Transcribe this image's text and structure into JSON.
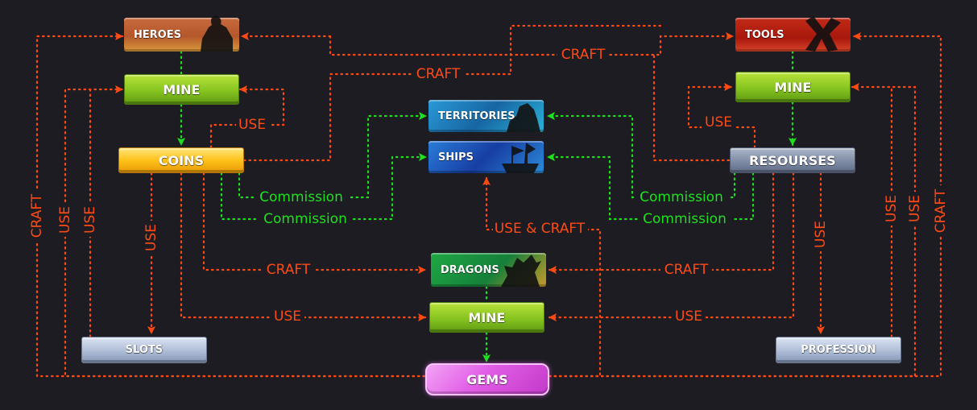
{
  "nodes": {
    "heroes": "HEROES",
    "tools": "TOOLS",
    "mine_left": "MINE",
    "mine_right": "MINE",
    "coins": "COINS",
    "resourses": "RESOURSES",
    "territories": "TERRITORIES",
    "ships": "SHIPS",
    "dragons": "DRAGONS",
    "mine_center": "MINE",
    "slots": "SLOTS",
    "profession": "PROFESSION",
    "gems": "GEMS"
  },
  "edge_labels": {
    "craft_top_right": "CRAFT",
    "craft_top_left": "CRAFT",
    "use_left_loop": "USE",
    "use_right_loop": "USE",
    "commission_left_1": "Commission",
    "commission_left_2": "Commission",
    "commission_right_1": "Commission",
    "commission_right_2": "Commission",
    "use_and_craft": "USE & CRAFT",
    "craft_dragons_left": "CRAFT",
    "craft_dragons_right": "CRAFT",
    "use_mine_left": "USE",
    "use_mine_right": "USE",
    "use_slots": "USE",
    "use_profession": "USE",
    "craft_far_left": "CRAFT",
    "use_far_left_1": "USE",
    "use_far_left_2": "USE",
    "craft_far_right": "CRAFT",
    "use_far_right_1": "USE",
    "use_far_right_2": "USE"
  },
  "colors": {
    "background": "#1c1c22",
    "orange_edge": "#ff4a14",
    "green_edge": "#1ee01e",
    "mine": "#7cc21a",
    "coins": "#ffc21a",
    "resourses": "#7f8ca6",
    "gems": "#e15de6",
    "slots": "#a9b8d3"
  }
}
